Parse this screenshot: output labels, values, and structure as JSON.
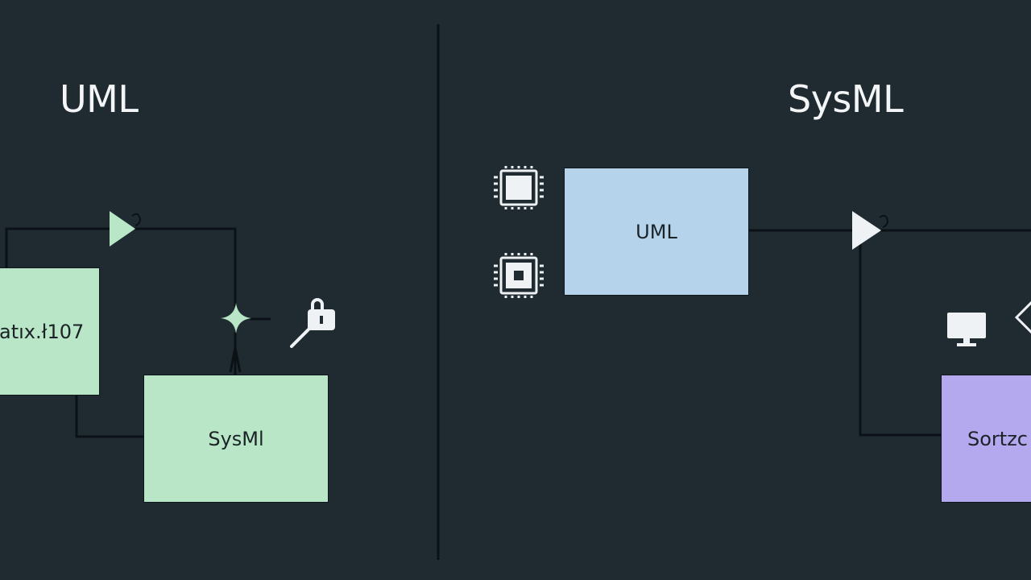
{
  "left_panel": {
    "title": "UML",
    "blocks": [
      {
        "name": "partial-block",
        "label": "atıx.ł107",
        "color": "#b9e6c6"
      },
      {
        "name": "sysml-block",
        "label": "SysMl",
        "color": "#b9e6c6"
      }
    ],
    "icons": [
      "triangle-arrow-icon",
      "diamond-icon",
      "lock-key-icon"
    ]
  },
  "right_panel": {
    "title": "SysML",
    "blocks": [
      {
        "name": "uml-block",
        "label": "UML",
        "color": "#b6d3ec"
      },
      {
        "name": "partial-block",
        "label": "Sortzc",
        "color": "#b4a8ef"
      }
    ],
    "icons": [
      "chip-icon",
      "chip-icon",
      "triangle-arrow-icon",
      "monitor-icon",
      "diamond-icon"
    ]
  },
  "colors": {
    "background": "#1f2a31",
    "line": "#0b1216",
    "green_block": "#b9e6c6",
    "blue_block": "#b6d3ec",
    "purple_block": "#b4a8ef"
  }
}
